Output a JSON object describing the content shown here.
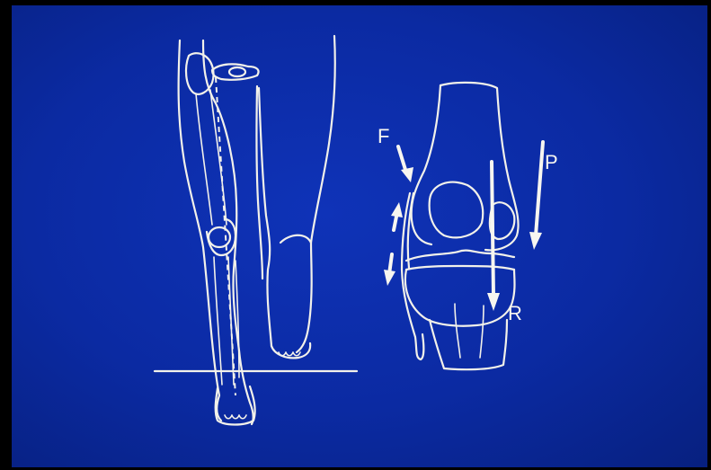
{
  "labels": {
    "force_f": "F",
    "force_p": "P",
    "force_r": "R"
  },
  "colors": {
    "background": "#0b2aa2",
    "line": "#f2f1ea",
    "frame": "#000000"
  }
}
